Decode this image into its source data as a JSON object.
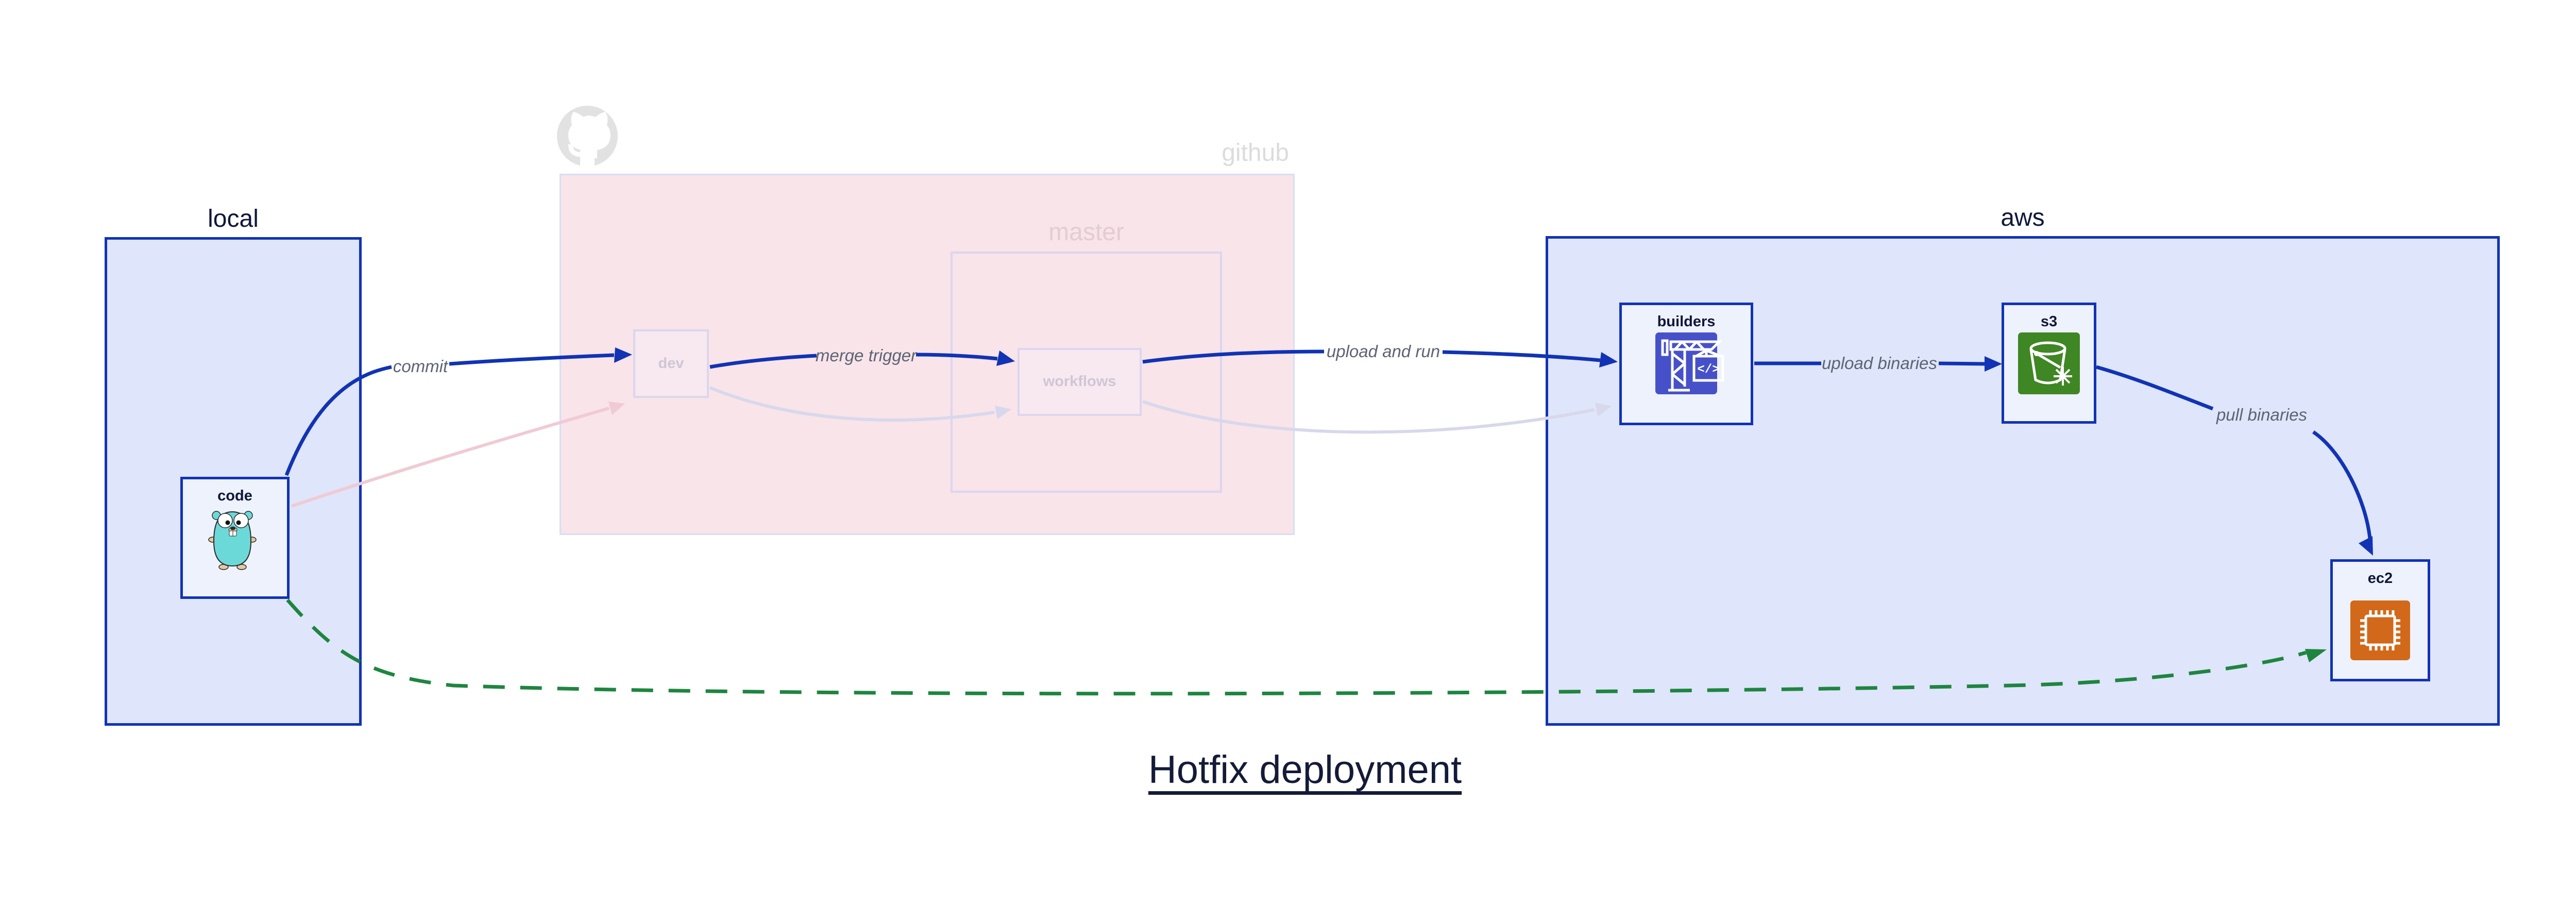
{
  "title": {
    "text": "Hotfix deployment"
  },
  "containers": {
    "local": {
      "label": "local"
    },
    "github": {
      "label": "github",
      "logo_icon": "github-octocat-icon"
    },
    "master": {
      "label": "master"
    },
    "aws": {
      "label": "aws"
    }
  },
  "nodes": {
    "code": {
      "label": "code",
      "icon": "go-gopher-icon",
      "container": "local"
    },
    "dev": {
      "label": "dev",
      "container": "github",
      "state": "faded"
    },
    "workflows": {
      "label": "workflows",
      "container": "github/master",
      "state": "faded"
    },
    "builders": {
      "label": "builders",
      "icon": "aws-codebuild-crane-icon",
      "icon_text": "</>",
      "container": "aws"
    },
    "s3": {
      "label": "s3",
      "icon": "aws-s3-glacier-bucket-icon",
      "container": "aws"
    },
    "ec2": {
      "label": "ec2",
      "icon": "aws-ec2-chip-icon",
      "container": "aws"
    }
  },
  "edges": {
    "commit": {
      "label": "commit",
      "from": "code",
      "to": "dev",
      "style": "solid-blue"
    },
    "merge_trigger": {
      "label": "merge trigger",
      "from": "dev",
      "to": "workflows",
      "style": "solid-blue"
    },
    "upload_and_run": {
      "label": "upload and run",
      "from": "workflows",
      "to": "builders",
      "style": "solid-blue"
    },
    "upload_binaries": {
      "label": "upload binaries",
      "from": "builders",
      "to": "s3",
      "style": "solid-blue"
    },
    "pull_binaries": {
      "label": "pull binaries",
      "from": "s3",
      "to": "ec2",
      "style": "solid-blue"
    },
    "hotfix_direct": {
      "label": "",
      "from": "code",
      "to": "ec2",
      "style": "dashed-green"
    },
    "code_dev_faded": {
      "label": "",
      "from": "code",
      "to": "dev",
      "style": "faded-pink"
    },
    "dev_wf_faded": {
      "label": "",
      "from": "dev",
      "to": "workflows",
      "style": "faded-lavender"
    },
    "wf_builders_faded": {
      "label": "",
      "from": "workflows",
      "to": "builders",
      "style": "faded-lavender"
    }
  },
  "colors": {
    "arrow_blue": "#1133b4",
    "container_fill": "#dfe5fa",
    "node_fill": "#eef2fc",
    "github_fill": "#f8e4e9",
    "github_border": "#d8def5",
    "faded_border": "#dcd6ee",
    "faded_fill": "#f7e9ef",
    "faded_text": "#cfc6d6",
    "github_label": "#dcdcdc",
    "master_label": "#e4ccd5",
    "edge_label_gray": "#5c6474",
    "dark_text": "#10173a",
    "green_dashed": "#1e8540",
    "faded_pink_edge": "#f0cad4",
    "faded_lavender_edge": "#d8d8ec",
    "codebuild_bg": "#4651c9",
    "s3_glacier_bg": "#3f8624",
    "ec2_bg": "#d2691a",
    "gopher_teal": "#6cd9d9",
    "octocat_gray": "#e2e2e2"
  }
}
